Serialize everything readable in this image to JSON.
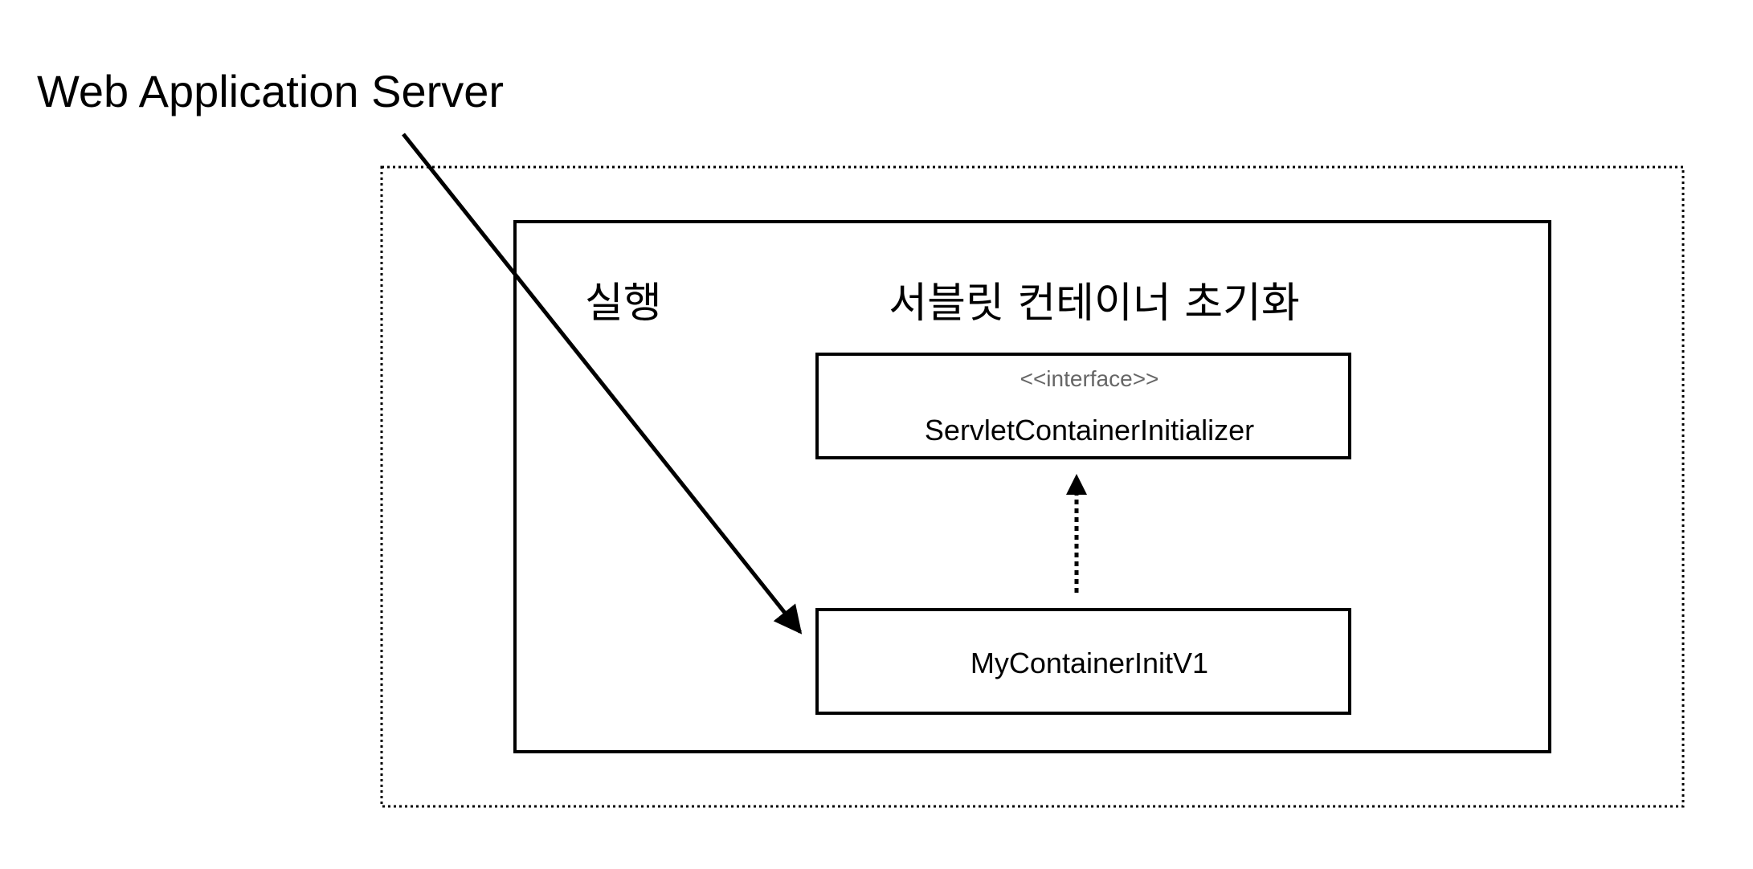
{
  "diagram": {
    "server_label": "Web Application Server",
    "run_label": "실행",
    "container_title": "서블릿 컨테이너 초기화",
    "interface_box": {
      "stereotype": "<<interface>>",
      "name": "ServletContainerInitializer"
    },
    "implementation_box": {
      "name": "MyContainerInitV1"
    },
    "edges": [
      {
        "from": "server_label",
        "to": "implementation_box",
        "style": "solid",
        "meaning": "run"
      },
      {
        "from": "implementation_box",
        "to": "interface_box",
        "style": "dotted",
        "meaning": "implements"
      }
    ]
  }
}
